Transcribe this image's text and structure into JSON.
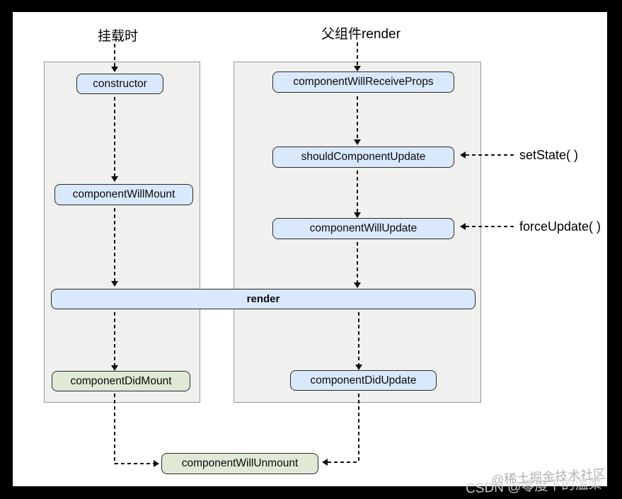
{
  "diagram": {
    "title_labels": {
      "mount": "挂载时",
      "parent_render": "父组件render"
    },
    "nodes": {
      "constructor": "constructor",
      "component_will_mount": "componentWillMount",
      "component_did_mount": "componentDidMount",
      "component_will_receive_props": "componentWillReceiveProps",
      "should_component_update": "shouldComponentUpdate",
      "component_will_update": "componentWillUpdate",
      "component_did_update": "componentDidUpdate",
      "render": "render",
      "component_will_unmount": "componentWillUnmount"
    },
    "annotations": {
      "set_state": "setState( )",
      "force_update": "forceUpdate( )"
    },
    "colors": {
      "node_blue": "#d9e8fb",
      "node_green": "#dfe9d6",
      "panel_bg": "#f0f0ef",
      "panel_border": "#999999",
      "line": "#111111",
      "frame": "#000000"
    }
  },
  "watermark": {
    "line1": "@稀土掘金技术社区",
    "line2": "CSDN @零度下的温柔"
  }
}
